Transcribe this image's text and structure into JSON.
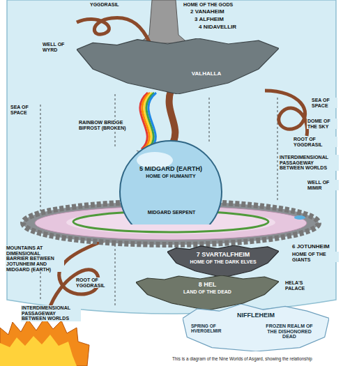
{
  "diagram": {
    "caption": "This is a diagram of the Nine Worlds of Asgard, showing the relationship",
    "nodes": [
      {
        "text": [
          "VALHALLA"
        ]
      },
      {
        "text": [
          "5 MIDGARD (EARTH)",
          "HOME OF HUMANITY"
        ]
      },
      {
        "text": [
          "7 SVARTALFHEIM",
          "HOME OF THE DARK ELVES"
        ]
      },
      {
        "text": [
          "8 HEL",
          "LAND OF THE DEAD"
        ]
      },
      {
        "text": [
          "NIFFLEHEIM",
          "SPRING OF HVERGELMIR",
          "FROZEN REALM OF THE DISHONORED DEAD"
        ]
      }
    ],
    "labels": [
      "YGGDRASIL",
      "HOME OF THE GODS",
      "2 VANAHEIM",
      "3 ALFHEIM",
      "4 NIDAVELLIR",
      "WELL OF WYRD",
      "SEA OF SPACE",
      "SEA OF SPACE",
      "RAINBOW BRIDGE BIFROST (BROKEN)",
      "DOME OF THE SKY",
      "ROOT OF YGGDRASIL",
      "INTERDIMENSIONAL PASSAGEWAY BETWEEN WORLDS",
      "WELL OF MIMIR",
      "MIDGARD SERPENT",
      "6 JOTUNHEIM",
      "HOME OF THE GIANTS",
      "MOUNTAINS AT DIMENSIONAL BARRIER BETWEEN JOTUNHEIM AND MIDGARD (EARTH)",
      "ROOT OF YGGDRASIL",
      "HELA'S PALACE",
      "INTERDIMENSIONAL PASSAGEWAY BETWEEN WORLDS"
    ]
  }
}
